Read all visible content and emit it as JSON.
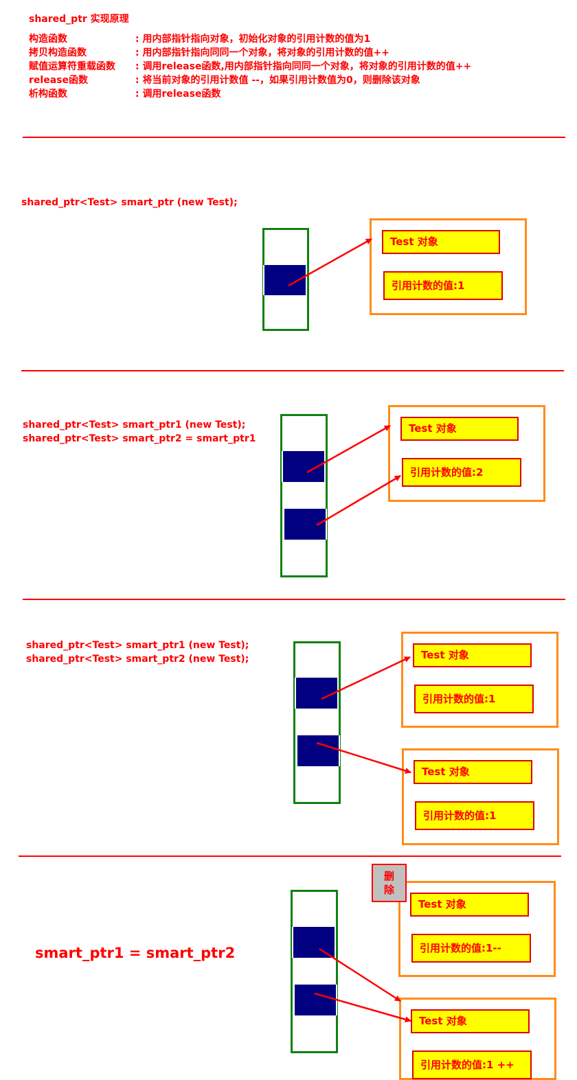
{
  "header": {
    "title": "shared_ptr 实现原理",
    "rows": [
      {
        "term": "构造函数",
        "desc": ": 用内部指针指向对象，初始化对象的引用计数的值为1"
      },
      {
        "term": "拷贝构造函数",
        "desc": ": 用内部指针指向同同一个对象，将对象的引用计数的值++"
      },
      {
        "term": "赋值运算符重载函数",
        "desc": ": 调用release函数,用内部指针指向同同一个对象，将对象的引用计数的值++"
      },
      {
        "term": "release函数",
        "desc": ": 将当前对象的引用计数值 --，如果引用计数值为0，则删除该对象"
      },
      {
        "term": "析构函数",
        "desc": ": 调用release函数"
      }
    ]
  },
  "section1": {
    "code": "shared_ptr<Test>  smart_ptr (new Test);",
    "object": {
      "name": "Test 对象",
      "count": "引用计数的值:1"
    }
  },
  "section2": {
    "code_line1": "shared_ptr<Test> smart_ptr1 (new Test);",
    "code_line2": "shared_ptr<Test> smart_ptr2 = smart_ptr1",
    "object": {
      "name": "Test 对象",
      "count": "引用计数的值:2"
    }
  },
  "section3": {
    "code_line1": "shared_ptr<Test> smart_ptr1   (new Test);",
    "code_line2": "shared_ptr<Test> smart_ptr2   (new  Test);",
    "object1": {
      "name": "Test 对象",
      "count": "引用计数的值:1"
    },
    "object2": {
      "name": "Test 对象",
      "count": "引用计数的值:1"
    }
  },
  "section4": {
    "code": "smart_ptr1 = smart_ptr2",
    "delete_label_line1": "删",
    "delete_label_line2": "除",
    "object1": {
      "name": "Test 对象",
      "count": "引用计数的值:1--"
    },
    "object2": {
      "name": "Test 对象",
      "count": "引用计数的值:1  ++"
    }
  },
  "colors": {
    "text": "#ff0000",
    "stack_border": "#108010",
    "pointer_cell": "#000080",
    "object_border": "#ff8c1a",
    "field_fill": "#ffff00",
    "delete_fill": "#c0c0c0"
  }
}
